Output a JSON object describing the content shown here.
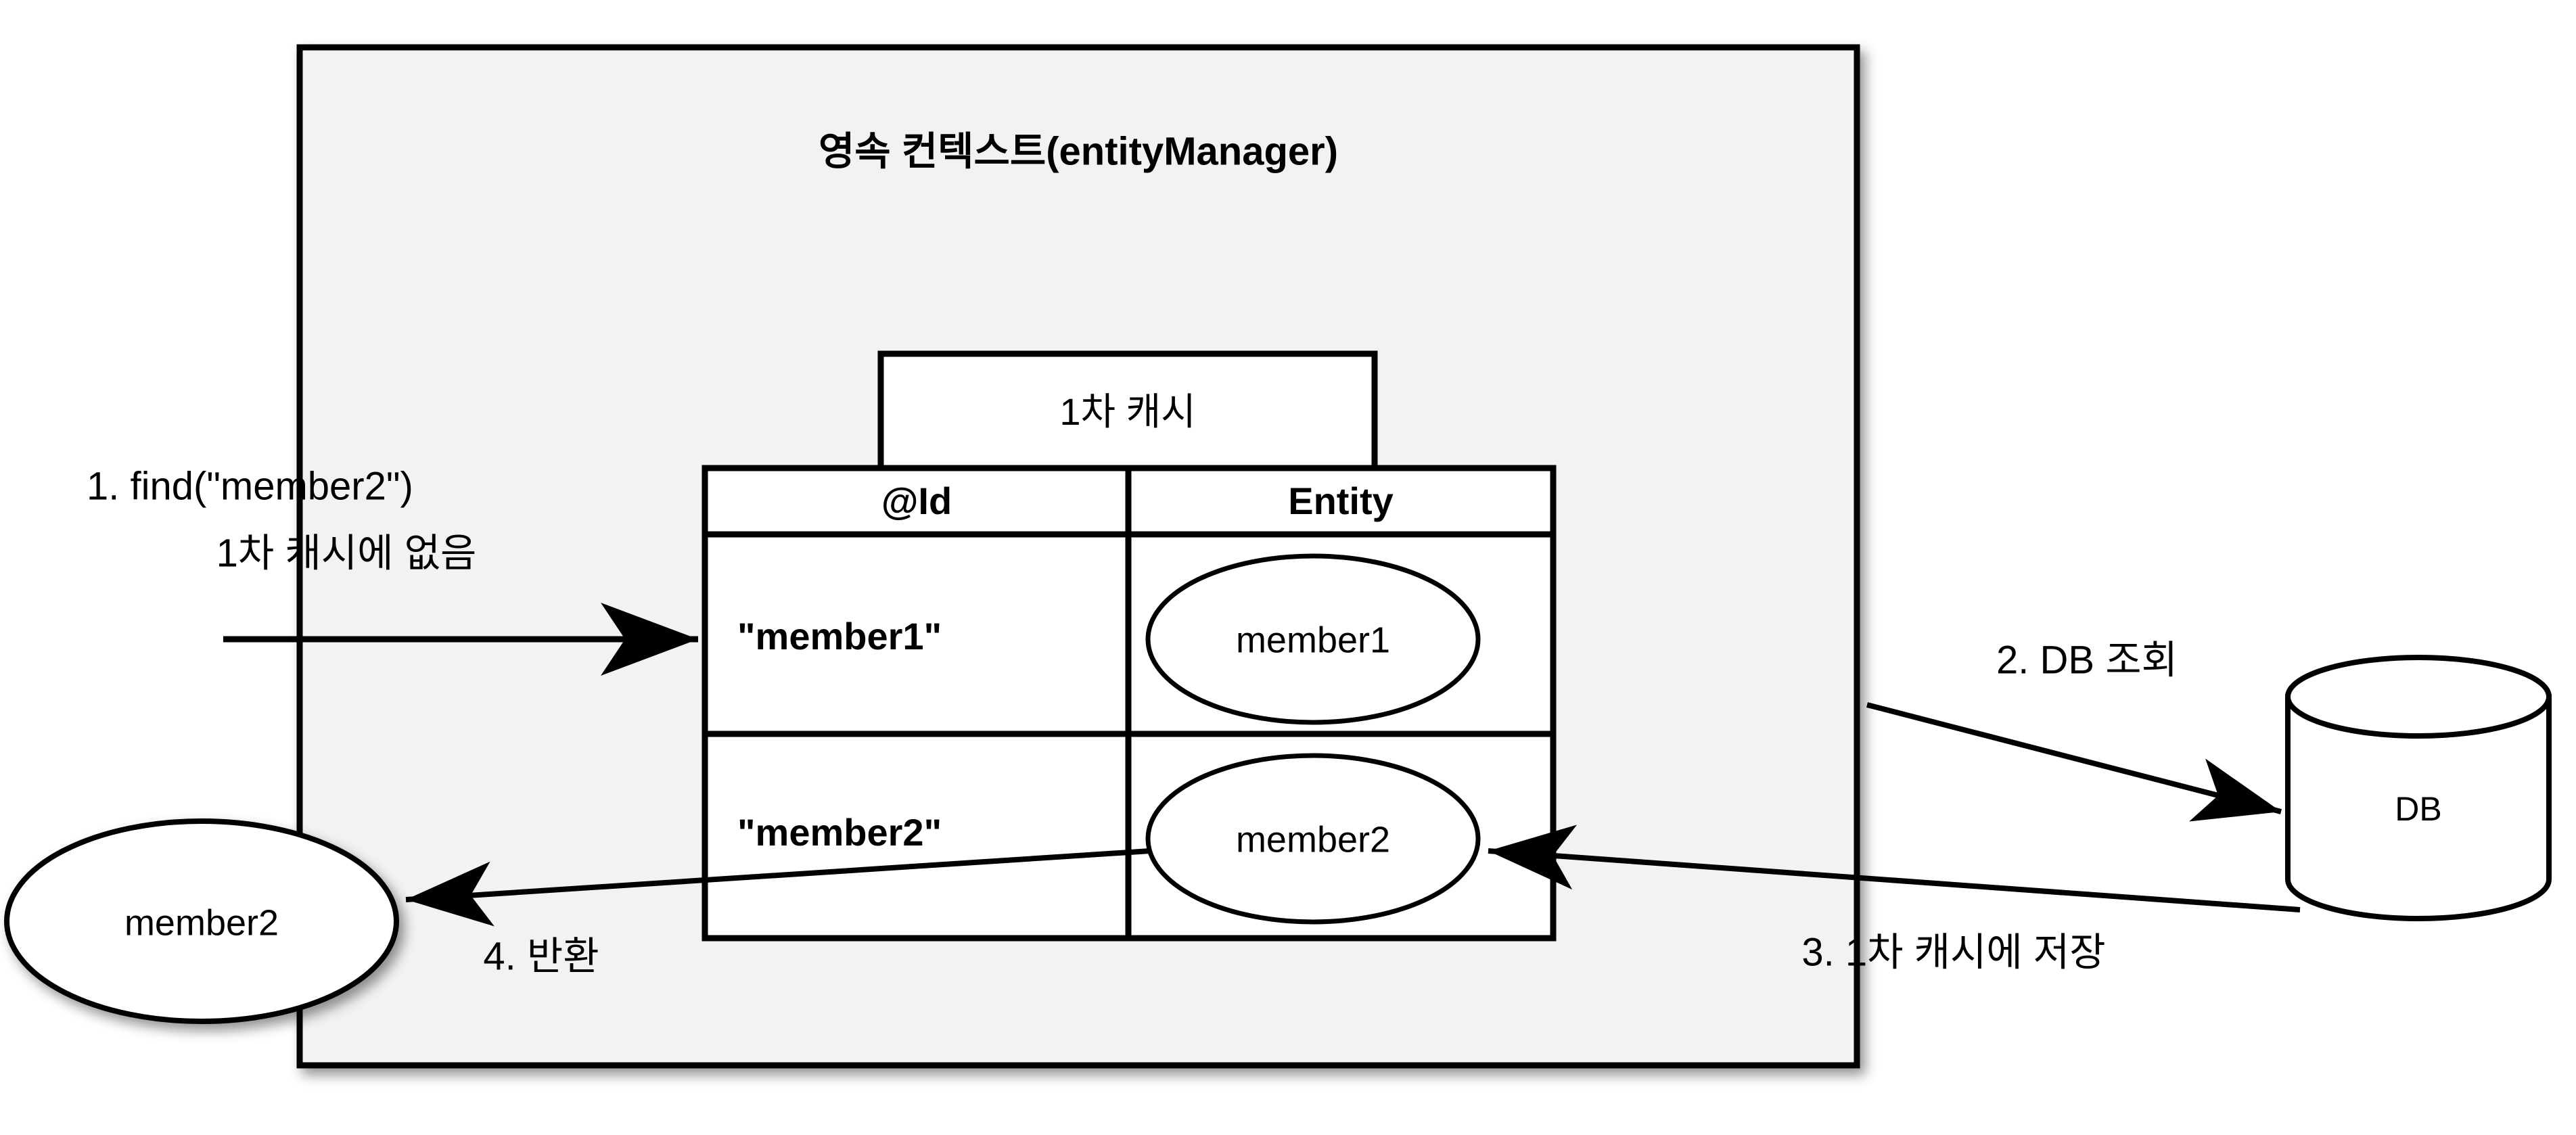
{
  "diagram": {
    "title": "영속 컨텍스트(entityManager)",
    "colors": {
      "context_fill": "#f2f2f2",
      "stroke": "#000000",
      "node_fill": "#ffffff",
      "page_bg": "#ffffff"
    },
    "cache_box": {
      "tab_label": "1차 캐시",
      "columns": [
        "@Id",
        "Entity"
      ],
      "rows": [
        {
          "id": "\"member1\"",
          "entity": "member1"
        },
        {
          "id": "\"member2\"",
          "entity": "member2"
        }
      ]
    },
    "database": {
      "label": "DB"
    },
    "returned_entity": {
      "label": "member2"
    },
    "steps": [
      {
        "number": "1",
        "line1": "1. find(\"member2\")",
        "line2": "1차 캐시에 없음"
      },
      {
        "number": "2",
        "label": "2. DB 조회"
      },
      {
        "number": "3",
        "label": "3. 1차 캐시에 저장"
      },
      {
        "number": "4",
        "label": "4. 반환"
      }
    ]
  }
}
